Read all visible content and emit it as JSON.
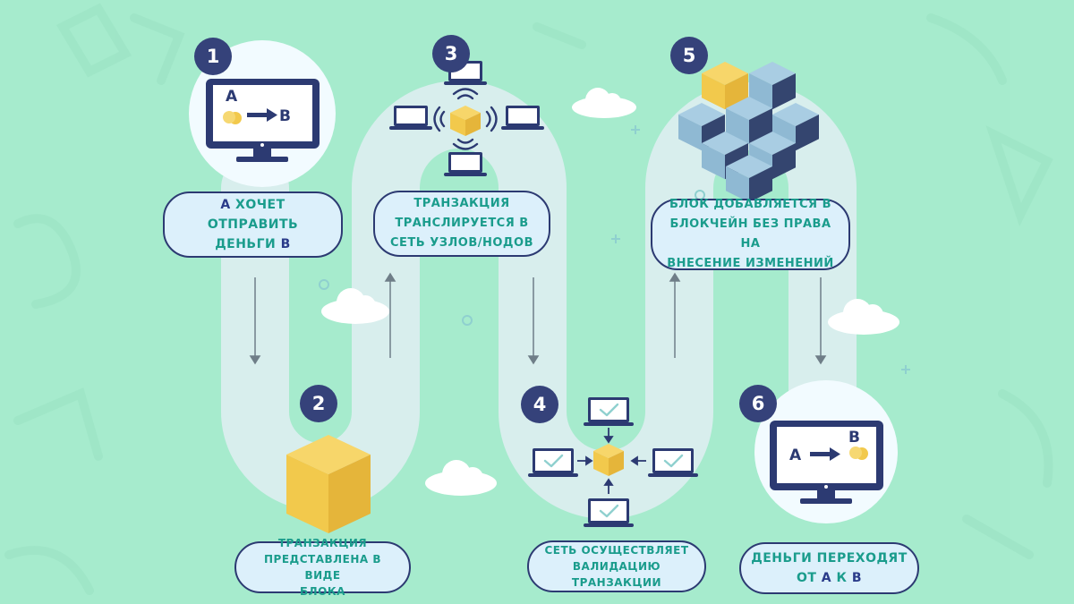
{
  "steps": [
    {
      "num": "1",
      "label": "А хочет\nотправить\nденьги В",
      "label_parts": [
        "А",
        " хочет\nотправить\nденьги ",
        "В"
      ]
    },
    {
      "num": "2",
      "label": "Транзакция\nпредставлена в виде\nблока"
    },
    {
      "num": "3",
      "label": "Транзакция\nтранслируется в\nсеть узлов/нодов"
    },
    {
      "num": "4",
      "label": "Сеть осуществляет\nвалидацию\nтранзакции"
    },
    {
      "num": "5",
      "label": "Блок добавляется в\nблокчейн без права на\nвнесение изменений"
    },
    {
      "num": "6",
      "label": "Деньги переходят\nот А к В",
      "label_parts": [
        "Деньги переходят\nот ",
        "А",
        " к ",
        "В"
      ]
    }
  ],
  "monitor_1": {
    "from": "A",
    "to": "B"
  },
  "monitor_6": {
    "from": "A",
    "to": "B"
  },
  "colors": {
    "background": "#a6ebcd",
    "path": "#d8eeed",
    "badge": "#35427a",
    "label_bg": "#dcf0fb",
    "label_text": "#1a9c8c",
    "highlight": "#2a3b8a",
    "cube_yellow": "#f2c94c",
    "cube_blue": "#a9cde3",
    "cube_navy": "#34456f"
  },
  "icons": [
    "monitor-icon",
    "coin-icon",
    "arrow-right-icon",
    "laptop-icon",
    "wifi-icon",
    "cube-icon",
    "checkmark-icon",
    "cube-stack-icon"
  ]
}
